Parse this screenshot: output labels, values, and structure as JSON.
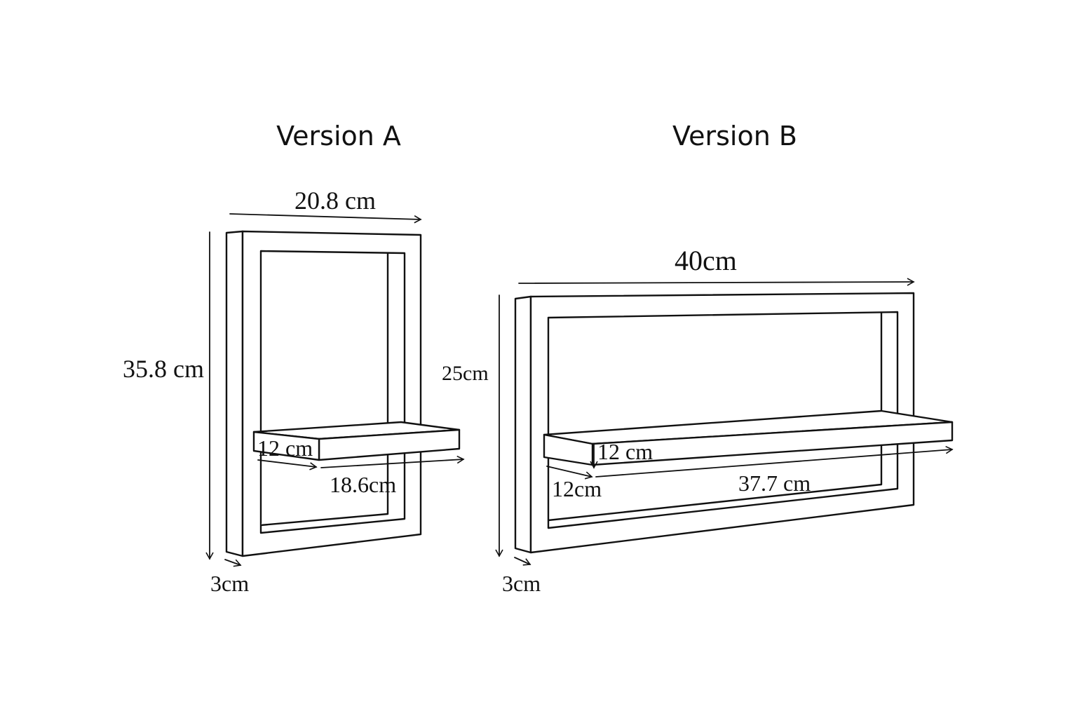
{
  "version_a": {
    "title": "Version A",
    "width": "20.8 cm",
    "height": "35.8 cm",
    "shelf_depth": "12 cm",
    "shelf_length": "18.6cm",
    "thickness": "3cm"
  },
  "version_b": {
    "title": "Version B",
    "width": "40cm",
    "height": "25cm",
    "shelf_depth_top": "12 cm",
    "shelf_depth_side": "12cm",
    "shelf_length": "37.7 cm",
    "thickness": "3cm"
  }
}
